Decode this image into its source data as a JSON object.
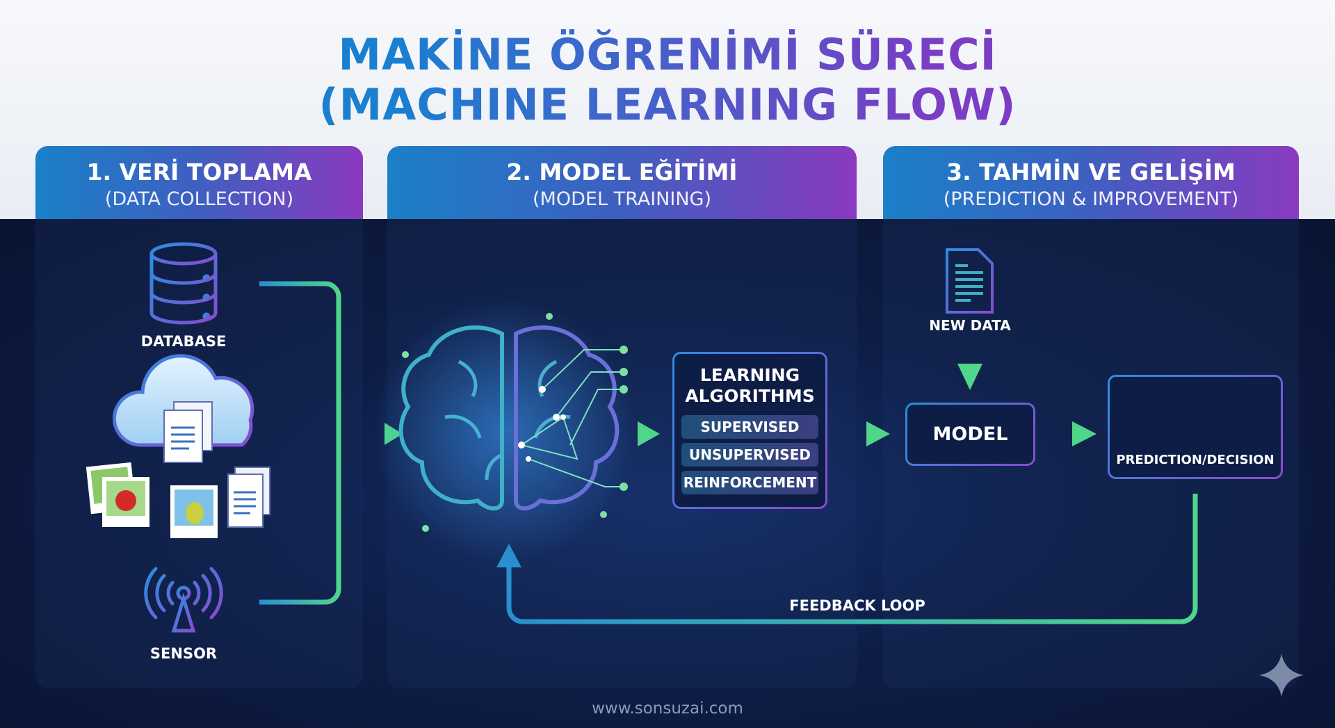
{
  "title": {
    "line1": "MAKİNE ÖĞRENİMİ SÜRECİ",
    "line2": "(MACHINE LEARNING FLOW)"
  },
  "panels": [
    {
      "title": "1. VERİ TOPLAMA",
      "subtitle": "(DATA COLLECTION)"
    },
    {
      "title": "2. MODEL EĞİTİMİ",
      "subtitle": "(MODEL TRAINING)"
    },
    {
      "title": "3. TAHMİN VE GELİŞİM",
      "subtitle": "(PREDICTION & IMPROVEMENT)"
    }
  ],
  "sources": {
    "database": "DATABASE",
    "sensor": "SENSOR"
  },
  "algorithms": {
    "title": "LEARNING ALGORITHMS",
    "items": [
      "SUPERVISED",
      "UNSUPERVISED",
      "REINFORCEMENT"
    ]
  },
  "prediction": {
    "new_data": "NEW DATA",
    "model": "MODEL",
    "decision": "PREDICTION/DECISION",
    "feedback": "FEEDBACK LOOP"
  },
  "footer": "www.sonsuzai.com",
  "colors": {
    "blue": "#1a80c8",
    "purple": "#8a3ac0",
    "green": "#4fd68a",
    "navy": "#0d1d45"
  }
}
